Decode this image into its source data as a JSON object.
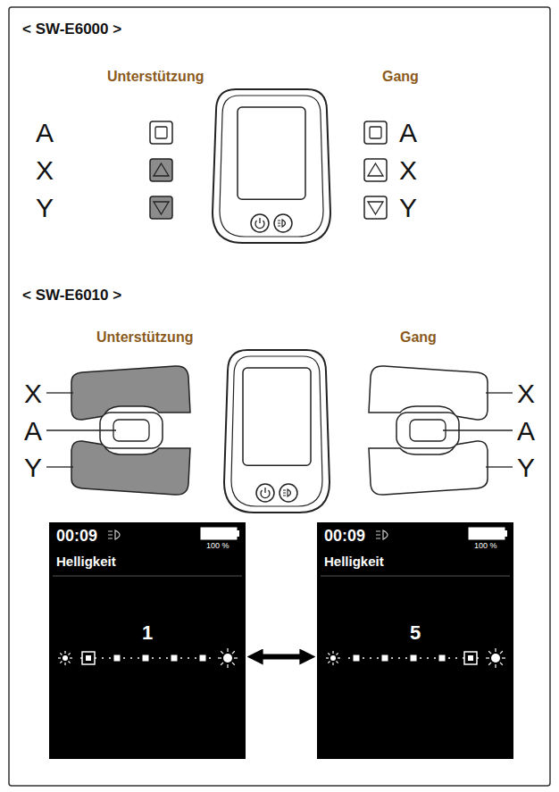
{
  "diagram": {
    "nodes": [
      {
        "text": [
          "00:09",
          "100 %",
          "Helligkeit",
          "1"
        ]
      },
      {
        "text": [
          "00:09",
          "100 %",
          "Helligkeit",
          "5"
        ]
      }
    ],
    "edges": [
      {
        "from": 0,
        "to": 1,
        "arrow": "both"
      }
    ],
    "labels": [
      "< SW-E6000 >",
      "Unterstützung",
      "Gang",
      "A",
      "X",
      "Y",
      "A",
      "X",
      "Y",
      "< SW-E6010 >",
      "Unterstützung",
      "Gang",
      "X",
      "A",
      "Y",
      "X",
      "A",
      "Y"
    ]
  }
}
